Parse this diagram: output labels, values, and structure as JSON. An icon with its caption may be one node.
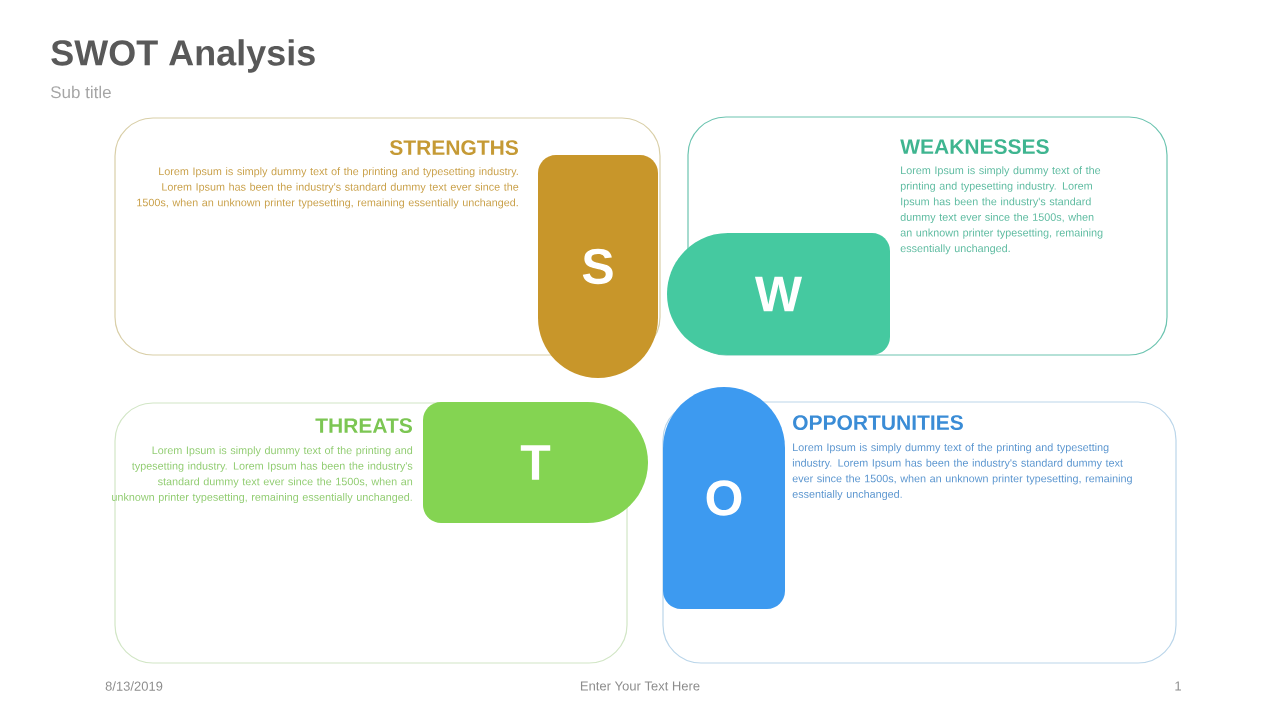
{
  "diagram": {
    "title": "SWOT Analysis",
    "nodes": [
      {
        "text": [
          "STRENGTHS",
          "Lorem Ipsum is simply dummy text of the printing and typesetting industry. Lorem Ipsum has been the industry's standard dummy text ever since the 1500s, when an unknown printer typesetting, remaining essentially unchanged."
        ]
      },
      {
        "text": [
          "S"
        ]
      },
      {
        "text": [
          "WEAKNESSES",
          "Lorem Ipsum is simply dummy text of the printing and typesetting industry. Lorem Ipsum has been the industry's standard dummy text ever since the 1500s, when an unknown printer typesetting, remaining essentially unchanged."
        ]
      },
      {
        "text": [
          "W"
        ]
      },
      {
        "text": [
          "THREATS",
          "Lorem Ipsum is simply dummy text of the printing and typesetting industry. Lorem Ipsum has been the industry's standard dummy text ever since the 1500s, when an unknown printer typesetting, remaining essentially unchanged."
        ]
      },
      {
        "text": [
          "T"
        ]
      },
      {
        "text": [
          "O"
        ]
      },
      {
        "text": [
          "OPPORTUNITIES",
          "Lorem Ipsum is simply dummy text of the printing and typesetting industry. Lorem Ipsum has been the industry's standard dummy text ever since the 1500s, when an unknown printer typesetting, remaining essentially unchanged."
        ]
      }
    ],
    "labels": [
      "Sub title",
      "8/13/2019",
      "Enter Your Text Here",
      "1"
    ]
  }
}
